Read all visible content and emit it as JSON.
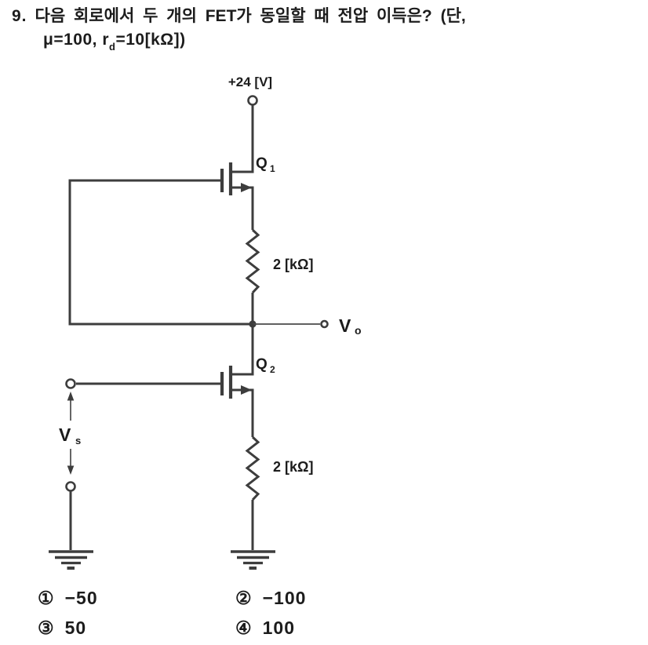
{
  "question": {
    "number": "9.",
    "line1": "다음 회로에서 두 개의 FET가 동일할 때 전압 이득은? (단,",
    "line2_pre": "μ=100, r",
    "line2_sub": "d",
    "line2_post": "=10[kΩ])"
  },
  "circuit": {
    "supply_label": "+24 [V]",
    "q1": {
      "name": "Q",
      "sub": "1"
    },
    "q2": {
      "name": "Q",
      "sub": "2"
    },
    "r1_label": "2 [kΩ]",
    "r2_label": "2 [kΩ]",
    "output": {
      "name": "V",
      "sub": "o"
    },
    "source": {
      "name": "V",
      "sub": "s"
    }
  },
  "options": [
    {
      "marker": "①",
      "value": "−50"
    },
    {
      "marker": "②",
      "value": "−100"
    },
    {
      "marker": "③",
      "value": "50"
    },
    {
      "marker": "④",
      "value": "100"
    }
  ],
  "colors": {
    "ink": "#1c1c1c",
    "wire": "#3d3d3d",
    "background": "#ffffff"
  }
}
